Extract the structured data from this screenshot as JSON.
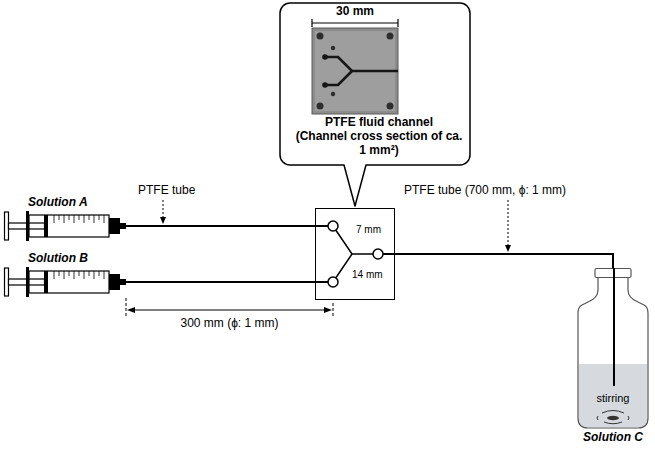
{
  "diagram": {
    "nodes": [
      {
        "text": [
          "30 mm",
          "PTFE fluid channel",
          "(Channel cross section of ca. 1 mm²)"
        ]
      },
      {
        "text": [
          "Solution A"
        ]
      },
      {
        "text": [
          "Solution B"
        ]
      },
      {
        "text": [
          "7 mm",
          "14 mm"
        ]
      },
      {
        "text": [
          "stirring",
          "Solution C"
        ]
      }
    ],
    "edges": [
      {
        "from": 1,
        "to": 3,
        "arrow": "none"
      },
      {
        "from": 2,
        "to": 3,
        "arrow": "none"
      },
      {
        "from": 3,
        "to": 4,
        "arrow": "none"
      }
    ],
    "labels": [
      "PTFE tube",
      "300 mm (ϕ: 1 mm)",
      "PTFE tube (700 mm, ϕ: 1 mm)"
    ]
  }
}
